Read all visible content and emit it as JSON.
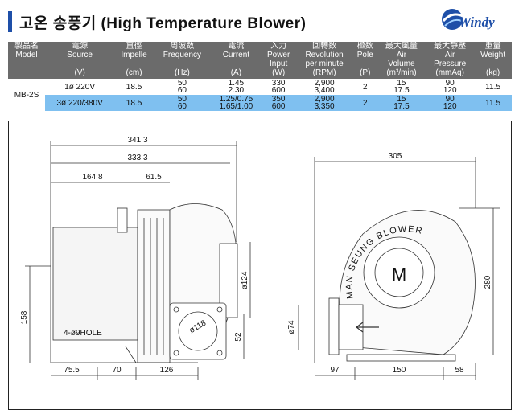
{
  "title": {
    "korean": "고온 송풍기",
    "english": "(High Temperature Blower)"
  },
  "logo": {
    "text": "Windy"
  },
  "colors": {
    "accent": "#1e4fa8",
    "header_bg": "#6b6b6b",
    "highlight_row": "#7fc0f0"
  },
  "table": {
    "headers": [
      {
        "ko": "製品名",
        "en": "Model",
        "unit": ""
      },
      {
        "ko": "電源",
        "en": "Source",
        "unit": "(V)"
      },
      {
        "ko": "直徑",
        "en": "Impelle",
        "unit": "(cm)"
      },
      {
        "ko": "周波数",
        "en": "Frequency",
        "unit": "(Hz)"
      },
      {
        "ko": "電流",
        "en": "Current",
        "unit": "(A)"
      },
      {
        "ko": "入力",
        "en": "Power\nInput",
        "unit": "(W)"
      },
      {
        "ko": "回轉数",
        "en": "Revolution\nper minute",
        "unit": "(RPM)"
      },
      {
        "ko": "極数",
        "en": "Pole",
        "unit": "(P)"
      },
      {
        "ko": "最大風量",
        "en": "Air\nVolume",
        "unit": "(m³/min)"
      },
      {
        "ko": "最大靜壓",
        "en": "Air\nPressure",
        "unit": "(mmAq)"
      },
      {
        "ko": "重量",
        "en": "Weight",
        "unit": "(kg)"
      }
    ],
    "model": "MB-2S",
    "rows": [
      {
        "source": "1ø 220V",
        "impeller": "18.5",
        "frequency": [
          "50",
          "60"
        ],
        "current": [
          "1.45",
          "2.30"
        ],
        "power": [
          "330",
          "600"
        ],
        "rpm": [
          "2,900",
          "3,400"
        ],
        "pole": "2",
        "air_volume": [
          "15",
          "17.5"
        ],
        "air_pressure": [
          "90",
          "120"
        ],
        "weight": "11.5"
      },
      {
        "source": "3ø 220/380V",
        "impeller": "18.5",
        "frequency": [
          "50",
          "60"
        ],
        "current": [
          "1.25/0.75",
          "1.65/1.00"
        ],
        "power": [
          "350",
          "600"
        ],
        "rpm": [
          "2,900",
          "3,350"
        ],
        "pole": "2",
        "air_volume": [
          "15",
          "17.5"
        ],
        "air_pressure": [
          "90",
          "120"
        ],
        "weight": "11.5"
      }
    ]
  },
  "drawing": {
    "side_view": {
      "dims": {
        "overall": "341.3",
        "body": "333.3",
        "a": "164.8",
        "b": "61.5",
        "height": "158",
        "bottom_a": "75.5",
        "bottom_b": "70",
        "bottom_c": "126",
        "outlet_dia": "ø124",
        "inlet_dia": "ø118",
        "flange": "52",
        "hole": "4-ø9HOLE"
      }
    },
    "front_view": {
      "dims": {
        "width": "305",
        "height": "280",
        "outlet": "ø74",
        "left": "97",
        "middle": "150",
        "right": "58"
      },
      "brand_text": "MAN SEUNG BLOWER",
      "motor_mark": "M"
    }
  }
}
